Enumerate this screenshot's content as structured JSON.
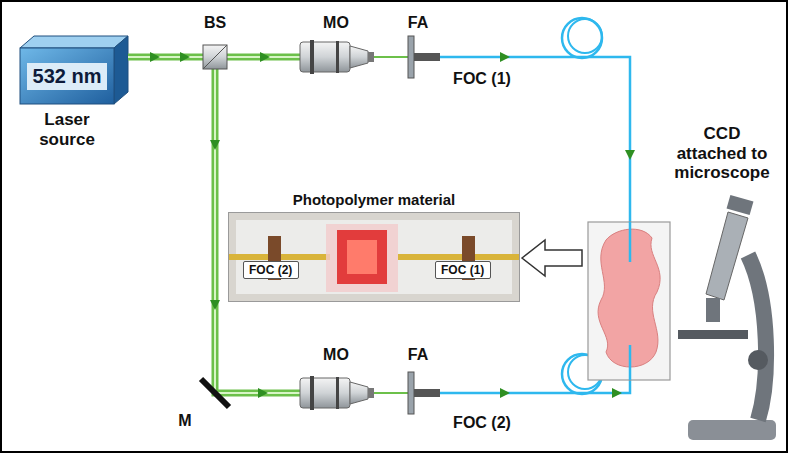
{
  "diagram": {
    "nodes": [
      {
        "text": [
          "532 nm",
          "Laser source"
        ]
      },
      {
        "text": [
          "Photopolymer material"
        ]
      },
      {
        "text": [
          "FOC (2)"
        ],
        "in": 1
      },
      {
        "text": [
          "FOC (1)"
        ],
        "in": 1
      }
    ],
    "labels": [
      "BS",
      "MO",
      "FA",
      "FOC (1)",
      "CCD attached to microscope",
      "MO",
      "FA",
      "FOC (2)",
      "M"
    ]
  }
}
